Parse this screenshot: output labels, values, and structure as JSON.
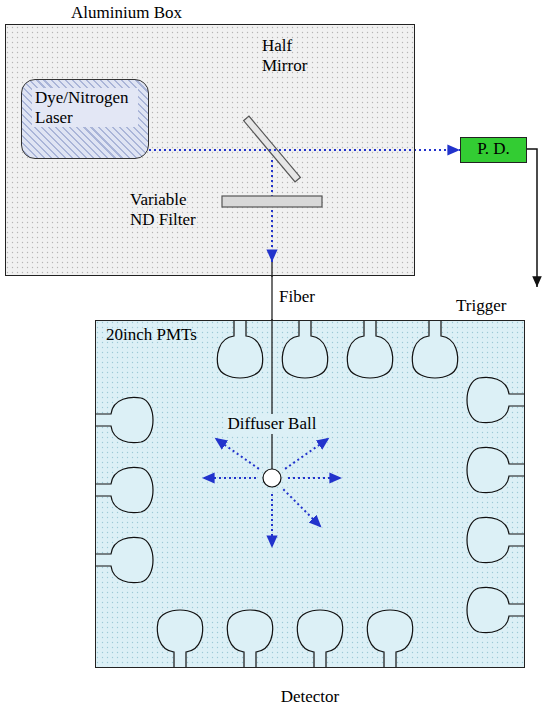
{
  "diagram": {
    "nodes": [
      {
        "text": [
          "Aluminium Box"
        ]
      },
      {
        "text": [
          "Dye/Nitrogen Laser"
        ],
        "in": 0
      },
      {
        "text": [
          "P. D."
        ]
      },
      {
        "text": [
          "Detector"
        ]
      }
    ],
    "edges": [
      {
        "from": 1,
        "to": 2,
        "arrow": "to"
      },
      {
        "from": 0,
        "to": 3,
        "arrow": "none",
        "label": "Fiber"
      }
    ],
    "labels": [
      "Half Mirror",
      "Variable ND Filter",
      "Trigger",
      "20inch PMTs",
      "Diffuser Ball"
    ]
  }
}
